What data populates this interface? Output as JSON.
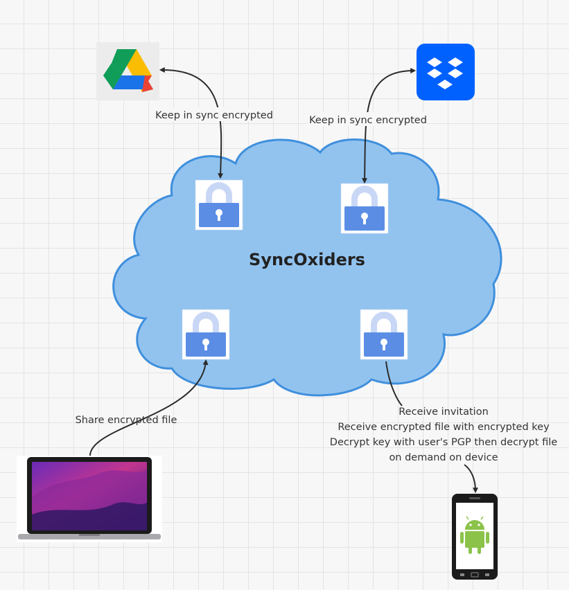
{
  "diagram": {
    "title": "SyncOxiders",
    "labels": {
      "gdrive_sync": "Keep in sync encrypted",
      "dropbox_sync": "Keep in sync encrypted",
      "share": "Share encrypted file",
      "receive_line1": "Receive invitation",
      "receive_line2": "Receive encrypted file with encrypted key",
      "receive_line3": "Decrypt key with user's PGP then decrypt file",
      "receive_line4": "on demand on device"
    },
    "nodes": [
      "google-drive-logo",
      "dropbox-logo",
      "laptop",
      "android-phone"
    ],
    "colors": {
      "cloud_fill": "#92c3ef",
      "cloud_stroke": "#3f8fdc",
      "lock_body": "#5b8de5",
      "lock_shackle": "#c9d7f6",
      "connector": "#2b2b2b"
    }
  }
}
